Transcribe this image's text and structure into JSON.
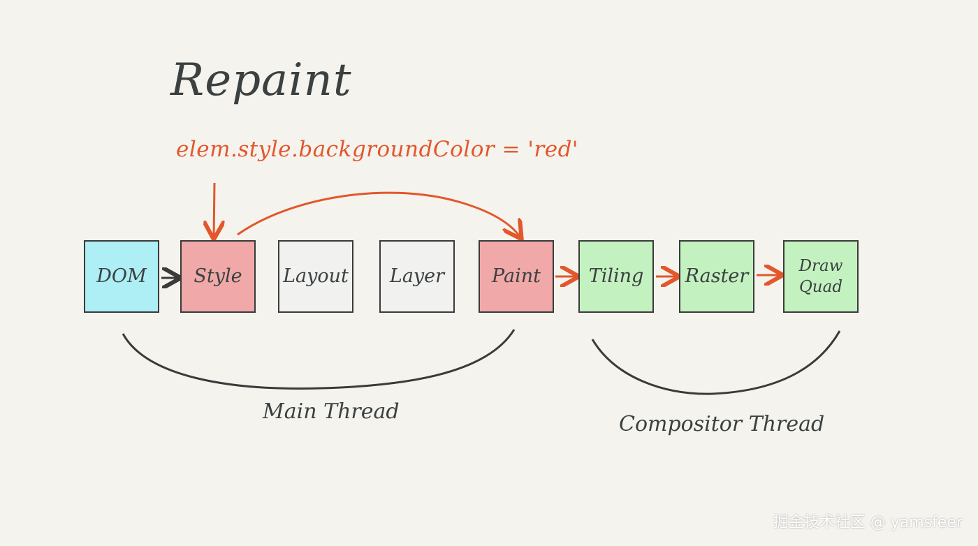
{
  "title": "Repaint",
  "trigger_code": "elem.style.backgroundColor = 'red'",
  "stages": [
    {
      "label": "DOM",
      "color": "#aeeef5"
    },
    {
      "label": "Style",
      "color": "#f0a9a8"
    },
    {
      "label": "Layout",
      "color": "#f1f1f0"
    },
    {
      "label": "Layer",
      "color": "#f1f1f0"
    },
    {
      "label": "Paint",
      "color": "#f0a9a8"
    },
    {
      "label": "Tiling",
      "color": "#c3f2c0"
    },
    {
      "label": "Raster",
      "color": "#c3f2c0"
    },
    {
      "label": "Draw Quad",
      "color": "#c3f2c0"
    }
  ],
  "threads": {
    "main": "Main Thread",
    "compositor": "Compositor Thread"
  },
  "colors": {
    "accent": "#e2572c",
    "ink": "#3a3a3a",
    "background": "#f4f3ee"
  },
  "watermark": "掘金技术社区 @ yamsfeer"
}
